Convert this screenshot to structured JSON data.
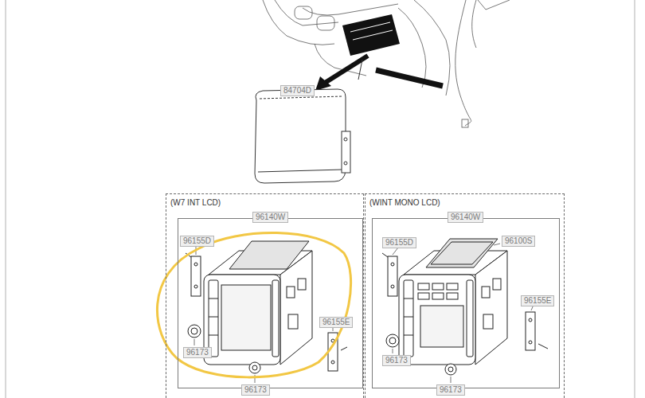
{
  "diagram": {
    "nodes": [
      {
        "text": [
          "(W7 INT LCD)"
        ]
      },
      {
        "text": [
          "96140W"
        ],
        "in": 0
      },
      {
        "text": [
          "(WINT MONO LCD)"
        ]
      },
      {
        "text": [
          "96140W"
        ],
        "in": 2
      }
    ],
    "labels": [
      "84704D",
      "96155D",
      "96173",
      "96155E",
      "96173",
      "96155D",
      "96100S",
      "96155E",
      "96173",
      "96173"
    ]
  }
}
